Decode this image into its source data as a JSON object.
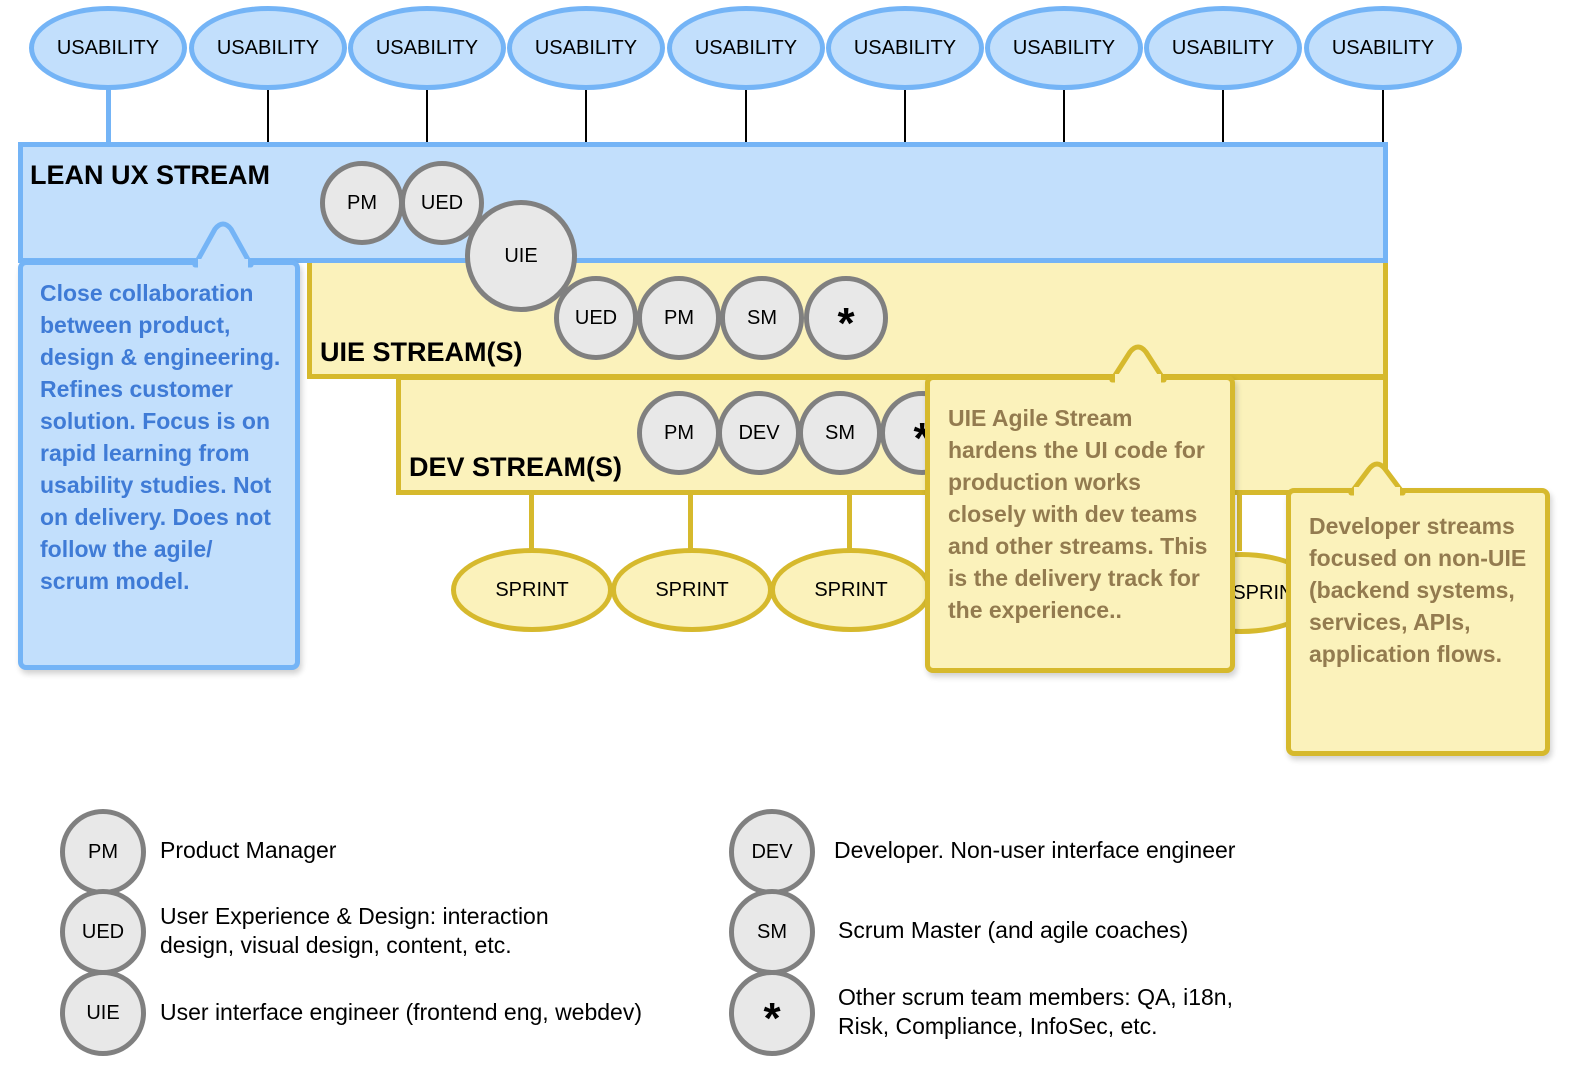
{
  "usability_items": [
    "USABILITY",
    "USABILITY",
    "USABILITY",
    "USABILITY",
    "USABILITY",
    "USABILITY",
    "USABILITY",
    "USABILITY",
    "USABILITY"
  ],
  "streams": {
    "lean": {
      "title": "LEAN UX STREAM",
      "roles": [
        "PM",
        "UED",
        "UIE"
      ]
    },
    "uie": {
      "title": "UIE STREAM(S)",
      "roles": [
        "UED",
        "PM",
        "SM",
        "*"
      ]
    },
    "dev": {
      "title": "DEV STREAM(S)",
      "roles": [
        "PM",
        "DEV",
        "SM",
        "*"
      ]
    }
  },
  "sprints": [
    "SPRINT",
    "SPRINT",
    "SPRINT",
    "SPRINT"
  ],
  "callouts": {
    "lean": "Close collaboration between product, design & engineering. Refines customer solution. Focus is on rapid learning from usability studies. Not on delivery. Does not follow the agile/ scrum model.",
    "uie": "UIE Agile Stream hardens the UI code for production works closely with dev teams and other streams. This is the delivery track for the experience..",
    "dev": "Developer streams focused on non-UIE (backend systems, services, APIs, application flows."
  },
  "legend": [
    {
      "abbr": "PM",
      "text": "Product Manager"
    },
    {
      "abbr": "UED",
      "text": "User Experience & Design: interaction design, visual design, content, etc."
    },
    {
      "abbr": "UIE",
      "text": "User interface engineer (frontend eng, webdev)"
    },
    {
      "abbr": "DEV",
      "text": "Developer. Non-user interface engineer"
    },
    {
      "abbr": "SM",
      "text": "Scrum Master (and agile coaches)"
    },
    {
      "abbr": "*",
      "text": "Other scrum team members: QA, i18n, Risk, Compliance, InfoSec, etc."
    }
  ],
  "colors": {
    "lean_fill": "#c2dffc",
    "lean_border": "#74b4f6",
    "lean_text": "#3f7bd6",
    "agile_fill": "#fbf2bb",
    "agile_border": "#d6b92d",
    "agile_text": "#937b4f",
    "role_fill": "#e8e8e8",
    "role_border": "#808080"
  }
}
